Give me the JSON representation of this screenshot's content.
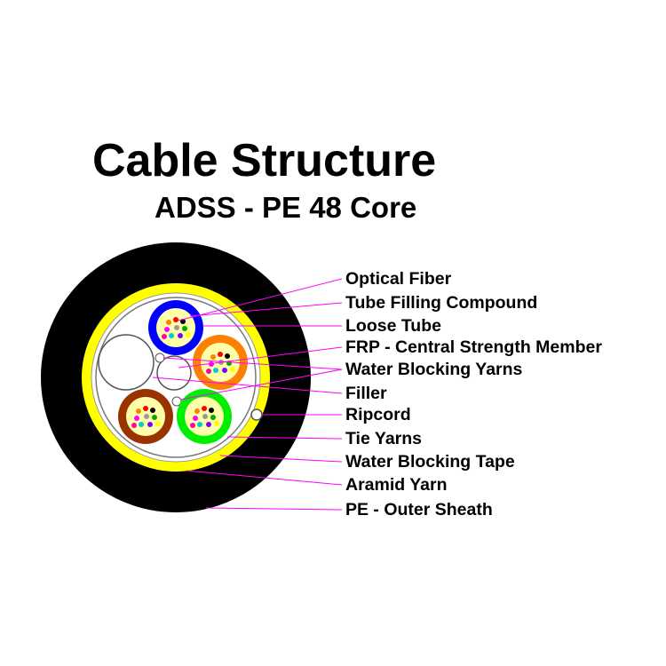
{
  "title": "Cable Structure",
  "subtitle": "ADSS - PE 48 Core",
  "labels": [
    "Optical Fiber",
    "Tube Filling Compound",
    "Loose Tube",
    "FRP - Central Strength Member",
    "Water Blocking Yarns",
    "Filler",
    "Ripcord",
    "Tie Yarns",
    "Water Blocking Tape",
    "Aramid Yarn",
    "PE - Outer Sheath"
  ],
  "colors": {
    "outer_sheath": "#000000",
    "aramid_yarn": "#ffff00",
    "tube_blue": "#0000ff",
    "tube_orange": "#ff8000",
    "tube_brown": "#993300",
    "tube_green": "#00ee00",
    "filling_compound": "#ffffaa",
    "leader_line": "#ff00ff"
  }
}
